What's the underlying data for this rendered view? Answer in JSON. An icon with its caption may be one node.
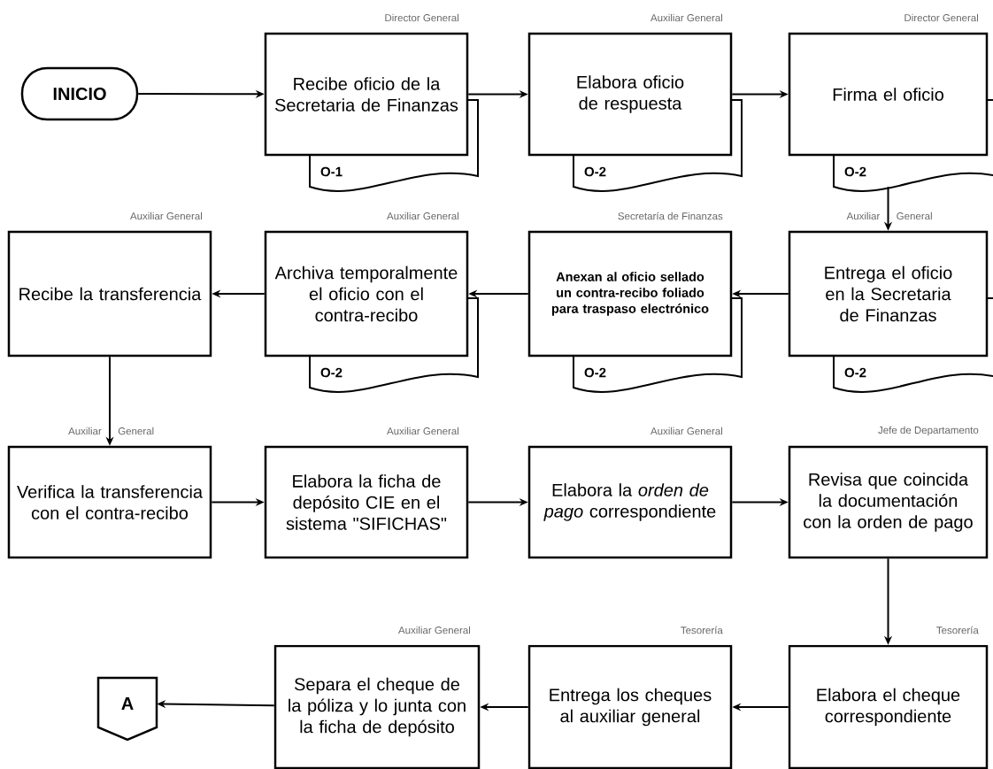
{
  "diagram": {
    "nodes": [
      {
        "text": [
          "INICIO"
        ]
      },
      {
        "text": [
          "Recibe oficio de la Secretaria de Finanzas"
        ],
        "beside": [
          "Director General"
        ]
      },
      {
        "text": [
          "O-1"
        ]
      },
      {
        "text": [
          "Elabora oficio de respuesta"
        ],
        "beside": [
          "Auxiliar General"
        ]
      },
      {
        "text": [
          "O-2"
        ]
      },
      {
        "text": [
          "Firma el oficio"
        ],
        "beside": [
          "Director General"
        ]
      },
      {
        "text": [
          "O-2"
        ]
      },
      {
        "text": [
          "Recibe la transferencia"
        ],
        "beside": [
          "Auxiliar General"
        ]
      },
      {
        "text": [
          "Archiva temporalmente el oficio con el contra-recibo"
        ],
        "beside": [
          "Auxiliar General"
        ]
      },
      {
        "text": [
          "O-2"
        ]
      },
      {
        "text": [
          "Anexan al oficio sellado un contra-recibo foliado para traspaso electrónico"
        ],
        "beside": [
          "Secretaría de Finanzas"
        ]
      },
      {
        "text": [
          "O-2"
        ]
      },
      {
        "text": [
          "Entrega el oficio en la Secretaria de Finanzas"
        ],
        "beside": [
          "Auxiliar",
          "General"
        ]
      },
      {
        "text": [
          "O-2"
        ]
      },
      {
        "text": [
          "Verifica la transferencia con el contra-recibo"
        ],
        "beside": [
          "Auxiliar",
          "General"
        ]
      },
      {
        "text": [
          "Elabora la ficha de depósito CIE en el sistema \"SIFICHAS\""
        ],
        "beside": [
          "Auxiliar General"
        ]
      },
      {
        "text": [
          "Elabora la *orden de pago* correspondiente"
        ],
        "beside": [
          "Auxiliar General"
        ]
      },
      {
        "text": [
          "Revisa que coincida la documentación con la orden de pago"
        ],
        "beside": [
          "Jefe de Departamento"
        ]
      },
      {
        "text": [
          "A"
        ]
      },
      {
        "text": [
          "Separa el cheque de la póliza y lo junta con la ficha de depósito"
        ],
        "beside": [
          "Auxiliar General"
        ]
      },
      {
        "text": [
          "Entrega los cheques al auxiliar general"
        ],
        "beside": [
          "Tesorería"
        ]
      },
      {
        "text": [
          "Elabora el cheque correspondiente"
        ],
        "beside": [
          "Tesorería"
        ]
      }
    ],
    "edges": [
      {
        "from": 0,
        "to": 1,
        "arrow": "to"
      },
      {
        "from": 1,
        "to": 3,
        "arrow": "to"
      },
      {
        "from": 3,
        "to": 5,
        "arrow": "to"
      },
      {
        "from": 6,
        "to": 12,
        "arrow": "to"
      },
      {
        "from": 12,
        "to": 10,
        "arrow": "to"
      },
      {
        "from": 10,
        "to": 8,
        "arrow": "to"
      },
      {
        "from": 8,
        "to": 7,
        "arrow": "to"
      },
      {
        "from": 7,
        "to": 14,
        "arrow": "to"
      },
      {
        "from": 14,
        "to": 15,
        "arrow": "to"
      },
      {
        "from": 15,
        "to": 16,
        "arrow": "to"
      },
      {
        "from": 16,
        "to": 17,
        "arrow": "to"
      },
      {
        "from": 17,
        "to": 21,
        "arrow": "to"
      },
      {
        "from": 21,
        "to": 20,
        "arrow": "to"
      },
      {
        "from": 20,
        "to": 19,
        "arrow": "to"
      },
      {
        "from": 19,
        "to": 18,
        "arrow": "to"
      }
    ]
  }
}
